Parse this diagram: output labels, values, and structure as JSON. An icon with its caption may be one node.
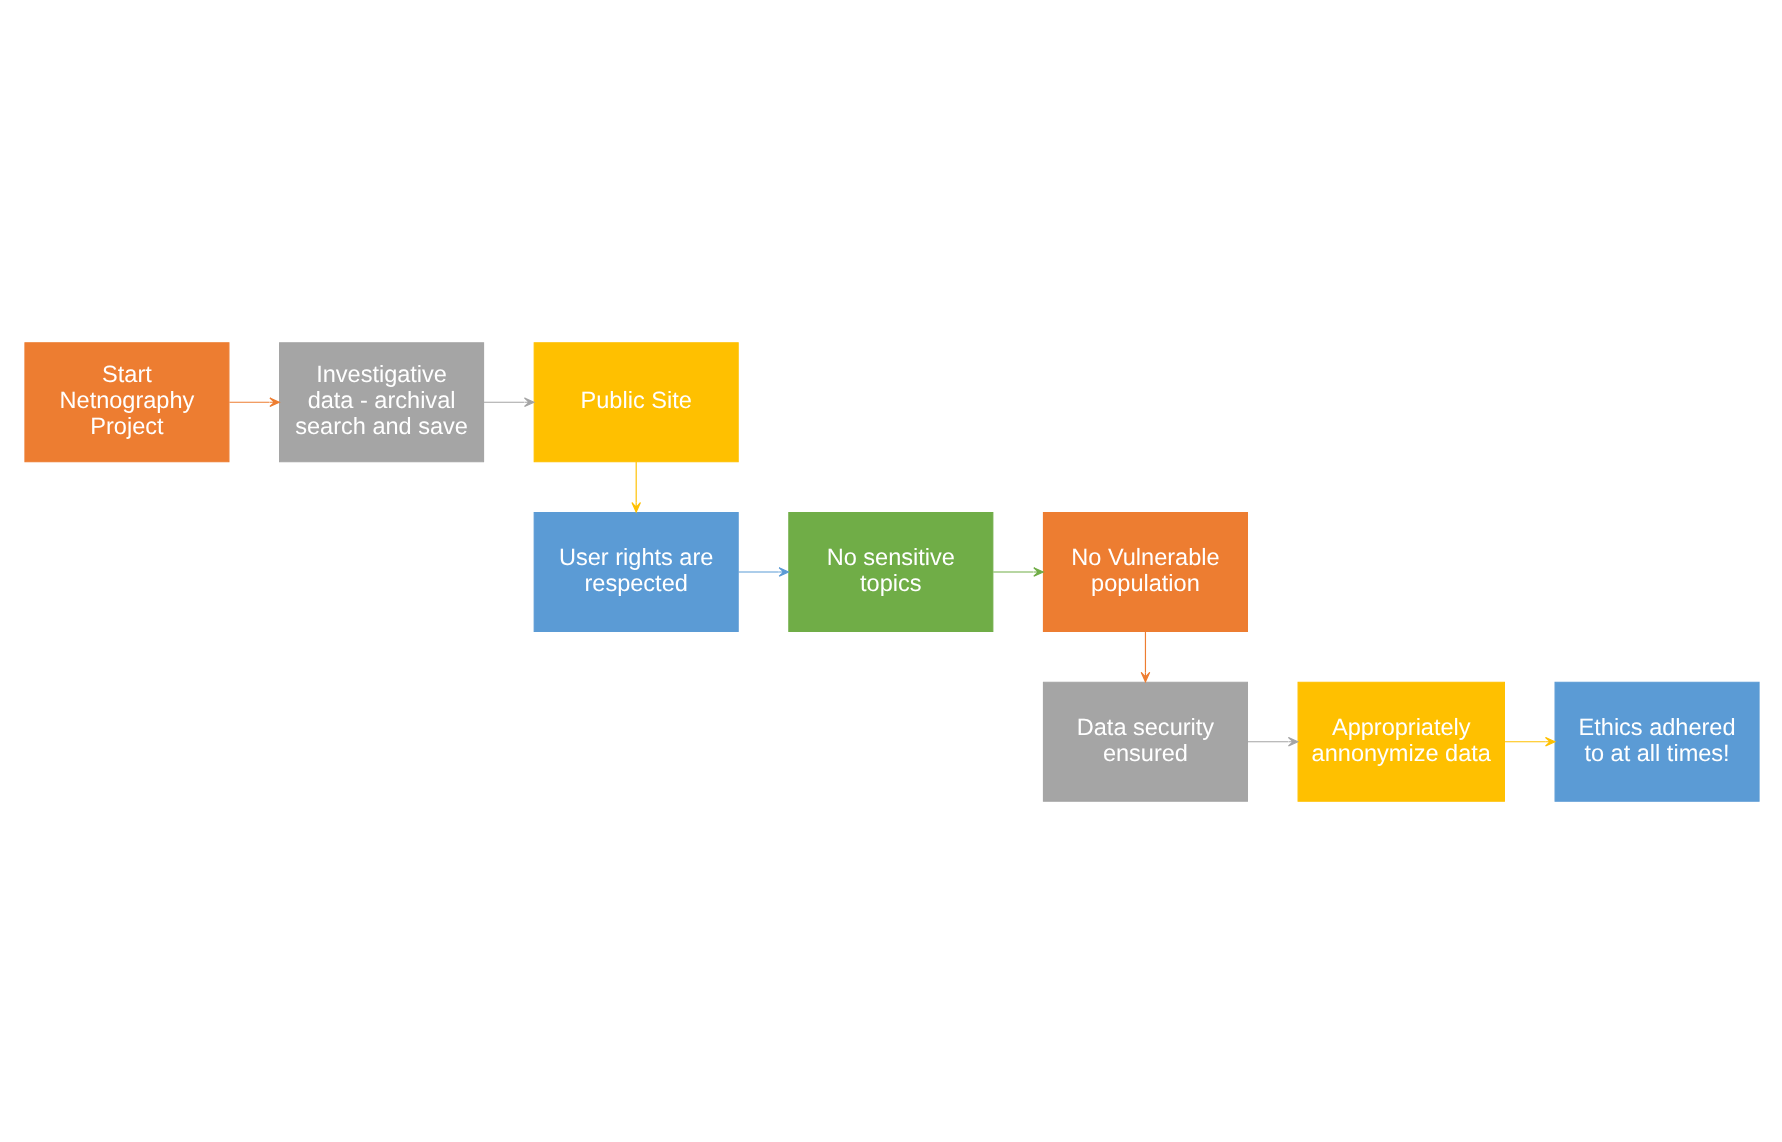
{
  "diagram": {
    "nodes": [
      {
        "text": [
          "Start Netnography Project"
        ]
      },
      {
        "text": [
          "Investigative data - archival search and save"
        ]
      },
      {
        "text": [
          "Public Site"
        ]
      },
      {
        "text": [
          "User rights are respected"
        ]
      },
      {
        "text": [
          "No sensitive topics"
        ]
      },
      {
        "text": [
          "No Vulnerable population"
        ]
      },
      {
        "text": [
          "Data security ensured"
        ]
      },
      {
        "text": [
          "Appropriately annonymize data"
        ]
      },
      {
        "text": [
          "Ethics adhered to at all times!"
        ]
      }
    ],
    "edges": [
      {
        "from": 0,
        "to": 1,
        "arrow": "to",
        "color": "#ed7d31"
      },
      {
        "from": 1,
        "to": 2,
        "arrow": "to",
        "color": "#a5a5a5"
      },
      {
        "from": 2,
        "to": 3,
        "arrow": "to",
        "color": "#ffc000"
      },
      {
        "from": 3,
        "to": 4,
        "arrow": "to",
        "color": "#5b9bd5"
      },
      {
        "from": 4,
        "to": 5,
        "arrow": "to",
        "color": "#70ad47"
      },
      {
        "from": 5,
        "to": 6,
        "arrow": "to",
        "color": "#ed7d31"
      },
      {
        "from": 6,
        "to": 7,
        "arrow": "to",
        "color": "#a5a5a5"
      },
      {
        "from": 7,
        "to": 8,
        "arrow": "to",
        "color": "#ffc000"
      }
    ]
  }
}
